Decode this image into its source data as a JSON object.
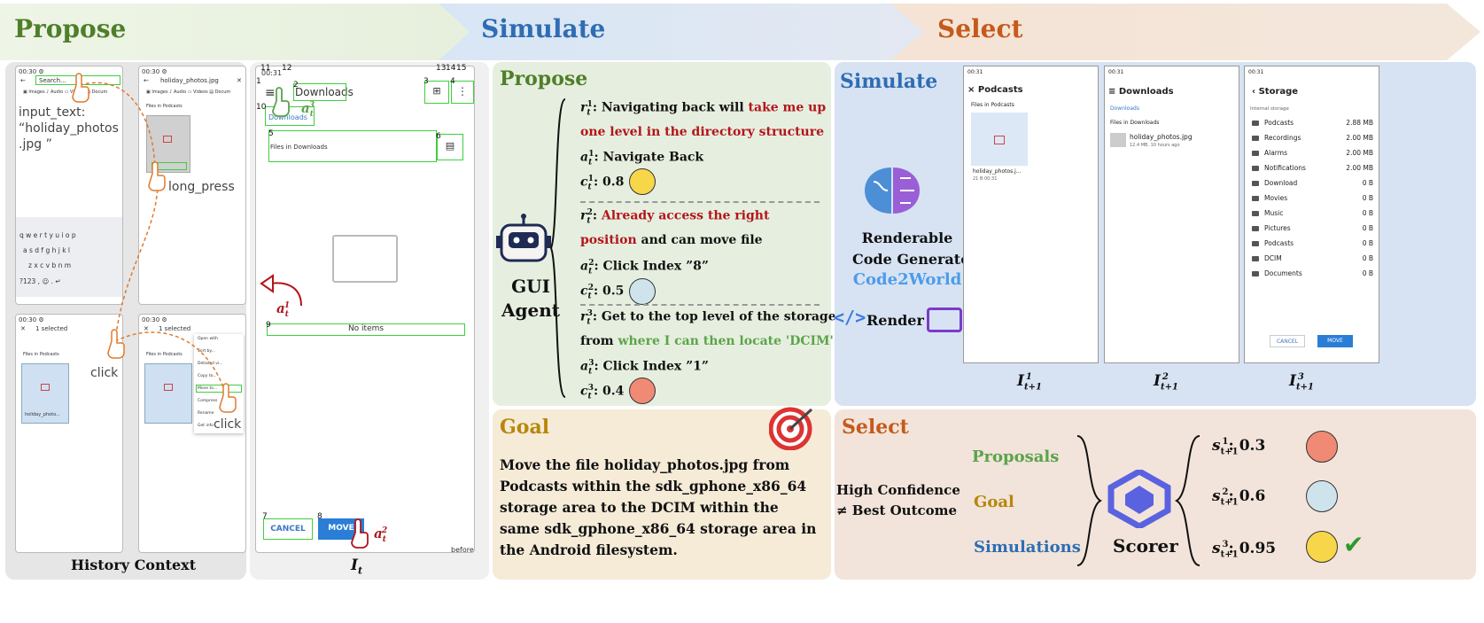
{
  "stages": {
    "propose": "Propose",
    "simulate": "Simulate",
    "select": "Select"
  },
  "history": {
    "caption": "History Context",
    "input_text_label": "input_text:\n“holiday_photos\n.jpg ”",
    "long_press_label": "long_press",
    "click_label_1": "click",
    "click_label_2": "click",
    "search_placeholder": "Search...",
    "file_title": "holiday_photos.jpg",
    "selected_label": "1 selected",
    "files_in_podcasts": "Files in Podcasts",
    "file_item": "holiday_photo...",
    "tabs": [
      "Images",
      "Audio",
      "Videos",
      "Docum"
    ],
    "keyboard_rows": [
      "q w e r t y u i o p",
      "a s d f g h j k l",
      "z x c v b n m",
      "?123  ,  ☺  .  ↵"
    ],
    "menu_items": [
      "Open with",
      "Sort by...",
      "Detailed vi...",
      "Copy to...",
      "Move to...",
      "Compress",
      "Rename",
      "Get info"
    ]
  },
  "current": {
    "caption": "I",
    "caption_sub": "t",
    "time": "00:31",
    "title": "Downloads",
    "tab": "Downloads",
    "files_in_downloads": "Files in Downloads",
    "no_items": "No items",
    "cancel": "CANCEL",
    "move": "MOVE",
    "before": "before",
    "box_numbers": [
      "11",
      "12",
      "13",
      "14",
      "15",
      "1",
      "2",
      "3",
      "4",
      "10",
      "5",
      "6",
      "9",
      "7",
      "8"
    ],
    "action_labels": {
      "a1": "a",
      "a2": "a",
      "a3": "a"
    }
  },
  "propose_panel": {
    "title": "Propose",
    "agent_label": "GUI\nAgent",
    "r1_prefix": ": Navigating back will ",
    "r1_red": "take me up",
    "r1_red2": "one level in the directory structure",
    "a1": ": Navigate Back",
    "c1": ": 0.8",
    "r2_red": "Already access the right",
    "r2_red2": "position",
    "r2_rest": " and can move file",
    "a2": ":  Click Index ”8”",
    "c2": ": 0.5",
    "r3": ": Get to the top level of the storage,",
    "r3b_prefix": "from ",
    "r3b_green": "where I can then locate 'DCIM'",
    "a3": ": Click Index ”1”",
    "c3": ": 0.4"
  },
  "goal_panel": {
    "title": "Goal",
    "text": "Move the file holiday_photos.jpg from Podcasts within the sdk_gphone_x86_64 storage area to the DCIM within the same sdk_gphone_x86_64 storage area in the Android filesystem."
  },
  "simulate_panel": {
    "title": "Simulate",
    "generator": "Renderable\nCode Generator",
    "model": "Code2World",
    "render": "Render",
    "shot1": {
      "time": "00:31",
      "title": "Podcasts",
      "subtitle": "Files in Podcasts",
      "file": "holiday_photos.j...",
      "meta": "21 B  00:31"
    },
    "shot2": {
      "time": "00:31",
      "title": "Downloads",
      "tab": "Downloads",
      "subtitle": "Files in Downloads",
      "file": "holiday_photos.jpg",
      "meta": "12.4 MB, 10 hours ago"
    },
    "shot3": {
      "time": "00:31",
      "title": "Storage",
      "section": "Internal storage",
      "rows": [
        {
          "name": "Podcasts",
          "size": "2.88 MB"
        },
        {
          "name": "Recordings",
          "size": "2.00 MB"
        },
        {
          "name": "Alarms",
          "size": "2.00 MB"
        },
        {
          "name": "Notifications",
          "size": "2.00 MB"
        },
        {
          "name": "Download",
          "size": "0 B"
        },
        {
          "name": "Movies",
          "size": "0 B"
        },
        {
          "name": "Music",
          "size": "0 B"
        },
        {
          "name": "Pictures",
          "size": "0 B"
        },
        {
          "name": "Podcasts",
          "size": "0 B"
        },
        {
          "name": "DCIM",
          "size": "0 B"
        },
        {
          "name": "Documents",
          "size": "0 B"
        }
      ],
      "cancel": "CANCEL",
      "move": "MOVE"
    },
    "captions": [
      "I",
      "I",
      "I"
    ]
  },
  "select_panel": {
    "title": "Select",
    "confidence": "High Confidence\n≠ Best Outcome",
    "proposals": "Proposals",
    "goal": "Goal",
    "simulations": "Simulations",
    "scorer": "Scorer",
    "scores": [
      ": 0.3",
      ": 0.6",
      ": 0.95"
    ]
  },
  "colors": {
    "propose_green": "#4f7f2a",
    "simulate_blue": "#2f6db3",
    "select_orange": "#c55a1c",
    "goal_gold": "#b8860b"
  }
}
